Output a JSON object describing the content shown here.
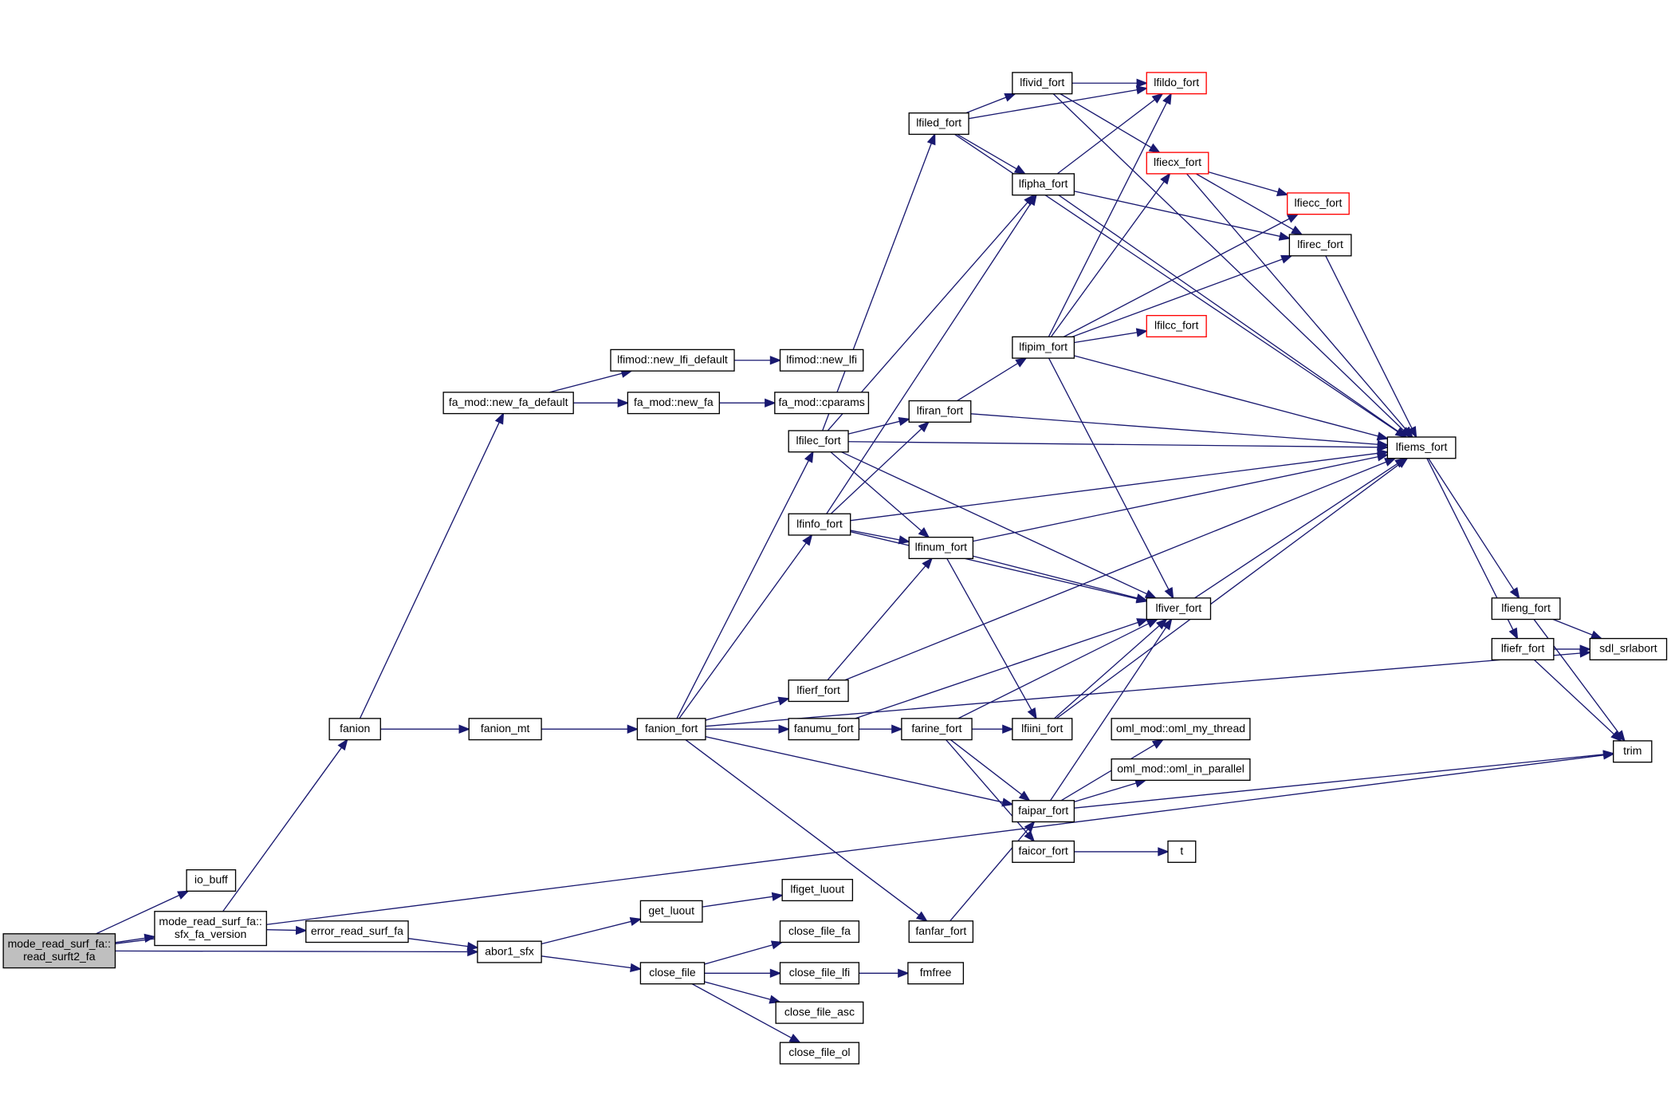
{
  "colors": {
    "edge": "#191970",
    "root_fill": "#bfbfbf",
    "incomplete_border": "#ff0000",
    "node_border": "#000000"
  },
  "nodes": [
    {
      "id": "root",
      "lines": [
        "mode_read_surf_fa::",
        "read_surft2_fa"
      ],
      "style": "root"
    },
    {
      "id": "io_buff",
      "lines": [
        "io_buff"
      ]
    },
    {
      "id": "sfx",
      "lines": [
        "mode_read_surf_fa::",
        "sfx_fa_version"
      ]
    },
    {
      "id": "error_read_surf_fa",
      "lines": [
        "error_read_surf_fa"
      ]
    },
    {
      "id": "abor1_sfx",
      "lines": [
        "abor1_sfx"
      ]
    },
    {
      "id": "get_luout",
      "lines": [
        "get_luout"
      ]
    },
    {
      "id": "lfiget_luout",
      "lines": [
        "lfiget_luout"
      ]
    },
    {
      "id": "close_file",
      "lines": [
        "close_file"
      ]
    },
    {
      "id": "close_file_fa",
      "lines": [
        "close_file_fa"
      ]
    },
    {
      "id": "close_file_lfi",
      "lines": [
        "close_file_lfi"
      ]
    },
    {
      "id": "close_file_asc",
      "lines": [
        "close_file_asc"
      ]
    },
    {
      "id": "close_file_ol",
      "lines": [
        "close_file_ol"
      ]
    },
    {
      "id": "fmfree",
      "lines": [
        "fmfree"
      ]
    },
    {
      "id": "fanion",
      "lines": [
        "fanion"
      ]
    },
    {
      "id": "fanion_mt",
      "lines": [
        "fanion_mt"
      ]
    },
    {
      "id": "fanion_fort",
      "lines": [
        "fanion_fort"
      ]
    },
    {
      "id": "new_fa_default",
      "lines": [
        "fa_mod::new_fa_default"
      ]
    },
    {
      "id": "new_lfi_default",
      "lines": [
        "lfimod::new_lfi_default"
      ]
    },
    {
      "id": "new_lfi",
      "lines": [
        "lfimod::new_lfi"
      ]
    },
    {
      "id": "new_fa",
      "lines": [
        "fa_mod::new_fa"
      ]
    },
    {
      "id": "cparams",
      "lines": [
        "fa_mod::cparams"
      ]
    },
    {
      "id": "lfilec_fort",
      "lines": [
        "lfilec_fort"
      ]
    },
    {
      "id": "lfinfo_fort",
      "lines": [
        "lfinfo_fort"
      ]
    },
    {
      "id": "lfierf_fort",
      "lines": [
        "lfierf_fort"
      ]
    },
    {
      "id": "fanumu_fort",
      "lines": [
        "fanumu_fort"
      ]
    },
    {
      "id": "fanfar_fort",
      "lines": [
        "fanfar_fort"
      ]
    },
    {
      "id": "lfiled_fort",
      "lines": [
        "lfiled_fort"
      ]
    },
    {
      "id": "lfivid_fort",
      "lines": [
        "lfivid_fort"
      ]
    },
    {
      "id": "lfildo_fort",
      "lines": [
        "lfildo_fort"
      ],
      "style": "red"
    },
    {
      "id": "lfipha_fort",
      "lines": [
        "lfipha_fort"
      ]
    },
    {
      "id": "lfiecx_fort",
      "lines": [
        "lfiecx_fort"
      ],
      "style": "red"
    },
    {
      "id": "lfiecc_fort",
      "lines": [
        "lfiecc_fort"
      ],
      "style": "red"
    },
    {
      "id": "lfirec_fort",
      "lines": [
        "lfirec_fort"
      ]
    },
    {
      "id": "lfipim_fort",
      "lines": [
        "lfipim_fort"
      ]
    },
    {
      "id": "lfilcc_fort",
      "lines": [
        "lfilcc_fort"
      ],
      "style": "red"
    },
    {
      "id": "lfiran_fort",
      "lines": [
        "lfiran_fort"
      ]
    },
    {
      "id": "lfiems_fort",
      "lines": [
        "lfiems_fort"
      ]
    },
    {
      "id": "lfinum_fort",
      "lines": [
        "lfinum_fort"
      ]
    },
    {
      "id": "lfiver_fort",
      "lines": [
        "lfiver_fort"
      ]
    },
    {
      "id": "lfieng_fort",
      "lines": [
        "lfieng_fort"
      ]
    },
    {
      "id": "lfiefr_fort",
      "lines": [
        "lfiefr_fort"
      ]
    },
    {
      "id": "sdl_srlabort",
      "lines": [
        "sdl_srlabort"
      ]
    },
    {
      "id": "trim",
      "lines": [
        "trim"
      ]
    },
    {
      "id": "lfiini_fort",
      "lines": [
        "lfiini_fort"
      ]
    },
    {
      "id": "farine_fort",
      "lines": [
        "farine_fort"
      ]
    },
    {
      "id": "oml_my_thread",
      "lines": [
        "oml_mod::oml_my_thread"
      ]
    },
    {
      "id": "oml_in_parallel",
      "lines": [
        "oml_mod::oml_in_parallel"
      ]
    },
    {
      "id": "faipar_fort",
      "lines": [
        "faipar_fort"
      ]
    },
    {
      "id": "faicor_fort",
      "lines": [
        "faicor_fort"
      ]
    },
    {
      "id": "t",
      "lines": [
        "t"
      ]
    }
  ],
  "edges": [
    [
      "root",
      "io_buff"
    ],
    [
      "root",
      "sfx"
    ],
    [
      "root",
      "abor1_sfx"
    ],
    [
      "root",
      "trim"
    ],
    [
      "sfx",
      "error_read_surf_fa"
    ],
    [
      "sfx",
      "fanion"
    ],
    [
      "error_read_surf_fa",
      "abor1_sfx"
    ],
    [
      "abor1_sfx",
      "get_luout"
    ],
    [
      "abor1_sfx",
      "close_file"
    ],
    [
      "get_luout",
      "lfiget_luout"
    ],
    [
      "close_file",
      "close_file_fa"
    ],
    [
      "close_file",
      "close_file_lfi"
    ],
    [
      "close_file",
      "close_file_asc"
    ],
    [
      "close_file",
      "close_file_ol"
    ],
    [
      "close_file_lfi",
      "fmfree"
    ],
    [
      "fanion",
      "new_fa_default"
    ],
    [
      "fanion",
      "fanion_mt"
    ],
    [
      "new_fa_default",
      "new_lfi_default"
    ],
    [
      "new_fa_default",
      "new_fa"
    ],
    [
      "new_lfi_default",
      "new_lfi"
    ],
    [
      "new_fa",
      "cparams"
    ],
    [
      "fanion_mt",
      "fanion_fort"
    ],
    [
      "fanion_fort",
      "lfilec_fort"
    ],
    [
      "fanion_fort",
      "lfinfo_fort"
    ],
    [
      "fanion_fort",
      "lfierf_fort"
    ],
    [
      "fanion_fort",
      "fanumu_fort"
    ],
    [
      "fanion_fort",
      "faipar_fort"
    ],
    [
      "fanion_fort",
      "fanfar_fort"
    ],
    [
      "fanion_fort",
      "sdl_srlabort"
    ],
    [
      "lfilec_fort",
      "lfiled_fort"
    ],
    [
      "lfilec_fort",
      "lfipha_fort"
    ],
    [
      "lfilec_fort",
      "lfiran_fort"
    ],
    [
      "lfilec_fort",
      "lfinum_fort"
    ],
    [
      "lfilec_fort",
      "lfiver_fort"
    ],
    [
      "lfilec_fort",
      "lfiems_fort"
    ],
    [
      "lfinfo_fort",
      "lfipha_fort"
    ],
    [
      "lfinfo_fort",
      "lfiran_fort"
    ],
    [
      "lfinfo_fort",
      "lfinum_fort"
    ],
    [
      "lfinfo_fort",
      "lfiver_fort"
    ],
    [
      "lfinfo_fort",
      "lfiems_fort"
    ],
    [
      "lfierf_fort",
      "lfinum_fort"
    ],
    [
      "lfierf_fort",
      "lfiems_fort"
    ],
    [
      "fanumu_fort",
      "farine_fort"
    ],
    [
      "fanumu_fort",
      "lfiver_fort"
    ],
    [
      "farine_fort",
      "lfiini_fort"
    ],
    [
      "farine_fort",
      "faipar_fort"
    ],
    [
      "farine_fort",
      "faicor_fort"
    ],
    [
      "farine_fort",
      "lfiver_fort"
    ],
    [
      "lfiini_fort",
      "lfiver_fort"
    ],
    [
      "lfiini_fort",
      "lfiems_fort"
    ],
    [
      "faipar_fort",
      "oml_my_thread"
    ],
    [
      "faipar_fort",
      "oml_in_parallel"
    ],
    [
      "faipar_fort",
      "lfiver_fort"
    ],
    [
      "faipar_fort",
      "trim"
    ],
    [
      "faicor_fort",
      "t"
    ],
    [
      "fanfar_fort",
      "faipar_fort"
    ],
    [
      "lfinum_fort",
      "lfiver_fort"
    ],
    [
      "lfinum_fort",
      "lfiems_fort"
    ],
    [
      "lfinum_fort",
      "lfiini_fort"
    ],
    [
      "lfiled_fort",
      "lfivid_fort"
    ],
    [
      "lfiled_fort",
      "lfildo_fort"
    ],
    [
      "lfiled_fort",
      "lfipha_fort"
    ],
    [
      "lfiled_fort",
      "lfiems_fort"
    ],
    [
      "lfivid_fort",
      "lfildo_fort"
    ],
    [
      "lfivid_fort",
      "lfiecx_fort"
    ],
    [
      "lfivid_fort",
      "lfiems_fort"
    ],
    [
      "lfipha_fort",
      "lfildo_fort"
    ],
    [
      "lfipha_fort",
      "lfirec_fort"
    ],
    [
      "lfipha_fort",
      "lfiems_fort"
    ],
    [
      "lfiecx_fort",
      "lfiecc_fort"
    ],
    [
      "lfiecx_fort",
      "lfirec_fort"
    ],
    [
      "lfiecx_fort",
      "lfiems_fort"
    ],
    [
      "lfirec_fort",
      "lfiems_fort"
    ],
    [
      "lfipim_fort",
      "lfildo_fort"
    ],
    [
      "lfipim_fort",
      "lfiecx_fort"
    ],
    [
      "lfipim_fort",
      "lfiecc_fort"
    ],
    [
      "lfipim_fort",
      "lfilcc_fort"
    ],
    [
      "lfipim_fort",
      "lfirec_fort"
    ],
    [
      "lfipim_fort",
      "lfiems_fort"
    ],
    [
      "lfipim_fort",
      "lfiver_fort"
    ],
    [
      "lfiran_fort",
      "lfipim_fort"
    ],
    [
      "lfiran_fort",
      "lfiems_fort"
    ],
    [
      "lfiver_fort",
      "lfiems_fort"
    ],
    [
      "lfiems_fort",
      "lfieng_fort"
    ],
    [
      "lfiems_fort",
      "lfiefr_fort"
    ],
    [
      "lfieng_fort",
      "sdl_srlabort"
    ],
    [
      "lfieng_fort",
      "trim"
    ],
    [
      "lfiefr_fort",
      "sdl_srlabort"
    ],
    [
      "lfiefr_fort",
      "trim"
    ]
  ]
}
